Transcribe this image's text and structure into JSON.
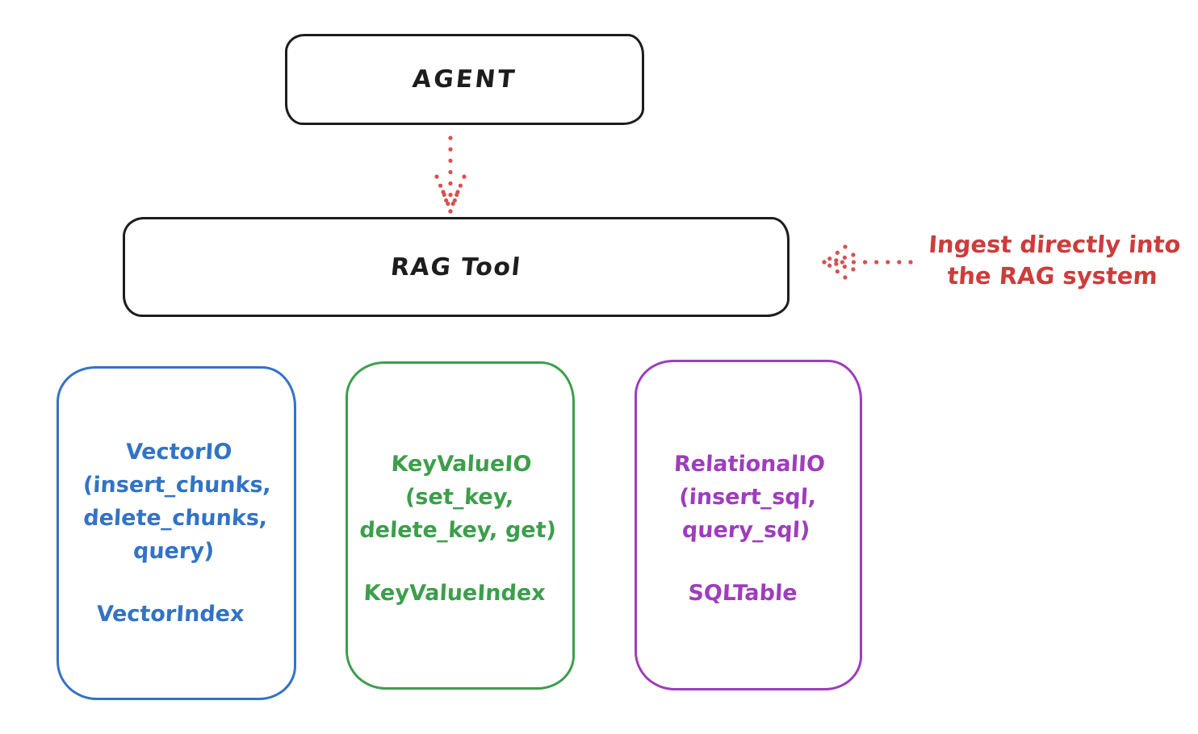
{
  "colors": {
    "outline_black": "#1d1d1d",
    "annotation_red_text": "#cd3c3c",
    "arrow_red": "#d95050",
    "vector_blue": "#3273c5",
    "keyvalue_green": "#3d9e4c",
    "relational_purple": "#9e3dbd",
    "background": "#ffffff"
  },
  "agent_box": {
    "label": "AGENT"
  },
  "rag_tool_box": {
    "label": "RAG Tool"
  },
  "annotation": {
    "line1": "Ingest directly into",
    "line2": "the RAG system"
  },
  "io_boxes": [
    {
      "title": "VectorIO",
      "method_lines": [
        "(insert_chunks,",
        "delete_chunks,",
        "query)"
      ],
      "index_label": "VectorIndex",
      "color": "#3273c5"
    },
    {
      "title": "KeyValueIO",
      "method_lines": [
        "(set_key,",
        "delete_key, get)"
      ],
      "index_label": "KeyValueIndex",
      "color": "#3d9e4c"
    },
    {
      "title": "RelationalIO",
      "method_lines": [
        "(insert_sql,",
        "query_sql)"
      ],
      "index_label": "SQLTable",
      "color": "#9e3dbd"
    }
  ]
}
